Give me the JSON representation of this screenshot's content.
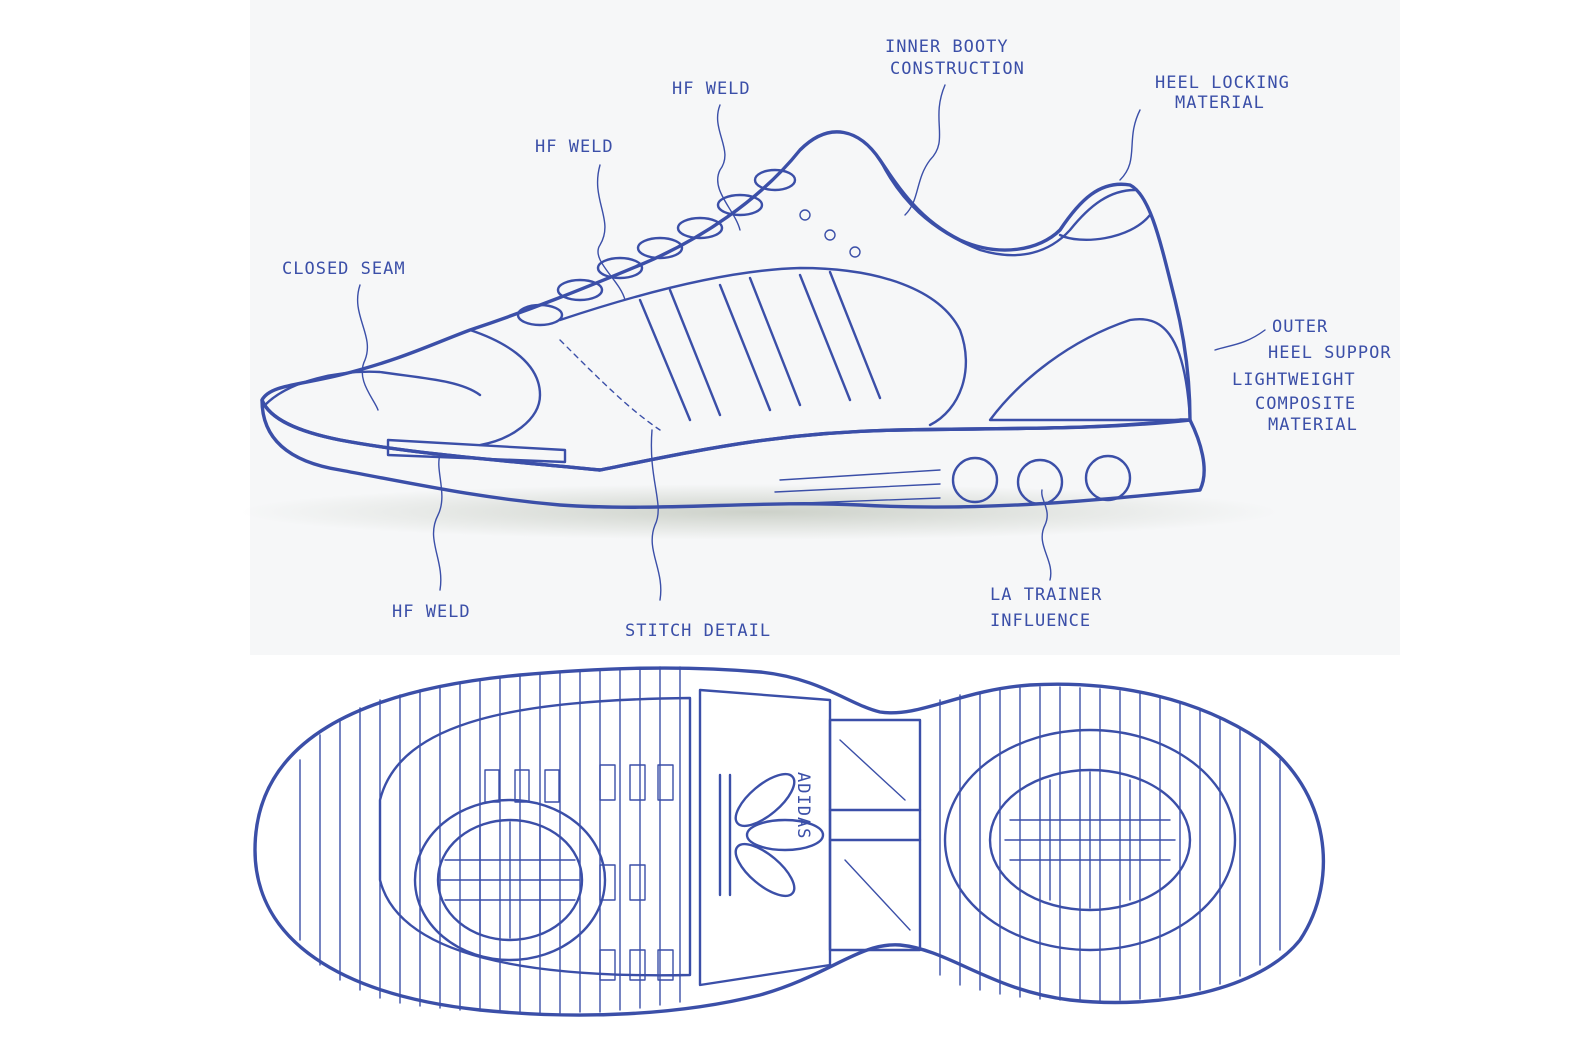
{
  "colors": {
    "ink": "#3b4fa8",
    "wash": "#c9d3ef",
    "wash_light": "#e4e9f7",
    "paper": "#f6f7f8",
    "shadow": "#c8cdc4"
  },
  "side_view": {
    "callouts": [
      {
        "id": "inner-booty",
        "lines": [
          "INNER BOOTY",
          "CONSTRUCTION"
        ]
      },
      {
        "id": "heel-locking",
        "lines": [
          "HEEL LOCKING",
          "MATERIAL"
        ]
      },
      {
        "id": "hf-weld-top",
        "lines": [
          "HF WELD"
        ]
      },
      {
        "id": "hf-weld-mid",
        "lines": [
          "HF WELD"
        ]
      },
      {
        "id": "closed-seam",
        "lines": [
          "CLOSED SEAM"
        ]
      },
      {
        "id": "outer-heel",
        "lines": [
          "OUTER",
          "HEEL SUPPOR"
        ]
      },
      {
        "id": "lightweight",
        "lines": [
          "LIGHTWEIGHT",
          "COMPOSITE",
          "MATERIAL"
        ]
      },
      {
        "id": "hf-weld-bottom",
        "lines": [
          "HF WELD"
        ]
      },
      {
        "id": "stitch-detail",
        "lines": [
          "STITCH DETAIL"
        ]
      },
      {
        "id": "la-trainer",
        "lines": [
          "LA TRAINER",
          "INFLUENCE"
        ]
      }
    ]
  },
  "sole_view": {
    "brand_text": "ADIDAS",
    "logo_icon": "trefoil-logo"
  }
}
